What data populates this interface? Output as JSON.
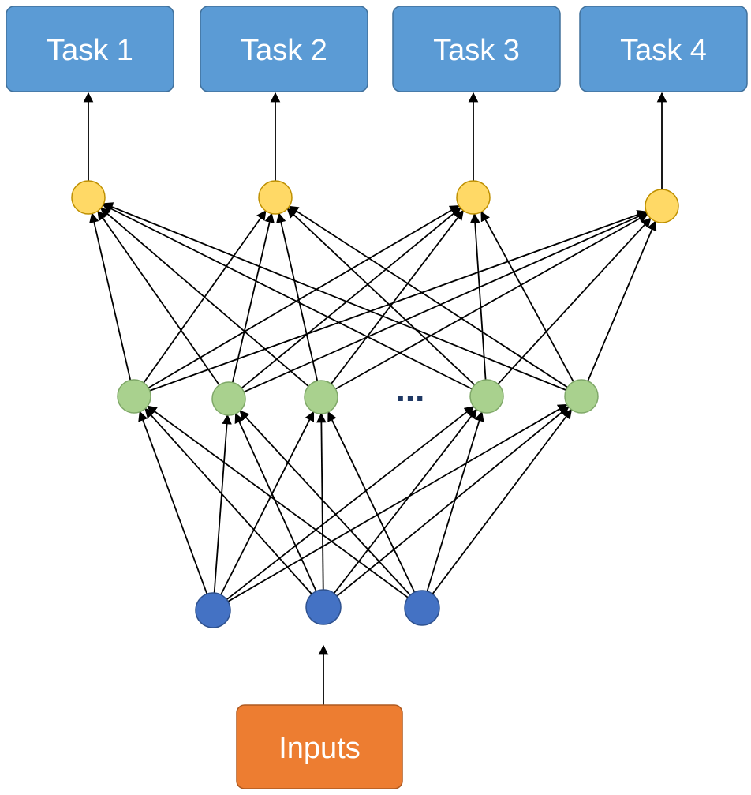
{
  "diagram": {
    "tasks": [
      {
        "label": "Task 1"
      },
      {
        "label": "Task 2"
      },
      {
        "label": "Task 3"
      },
      {
        "label": "Task 4"
      }
    ],
    "input_label": "Inputs",
    "ellipsis": "...",
    "colors": {
      "task_box": "#5b9bd5",
      "input_box": "#ed7d31",
      "input_node": "#4472c4",
      "hidden_node": "#a9d18e",
      "task_node": "#ffd966",
      "edge": "#000000"
    },
    "layers": {
      "input_nodes": 3,
      "hidden_nodes": 5,
      "task_nodes": 4
    }
  }
}
